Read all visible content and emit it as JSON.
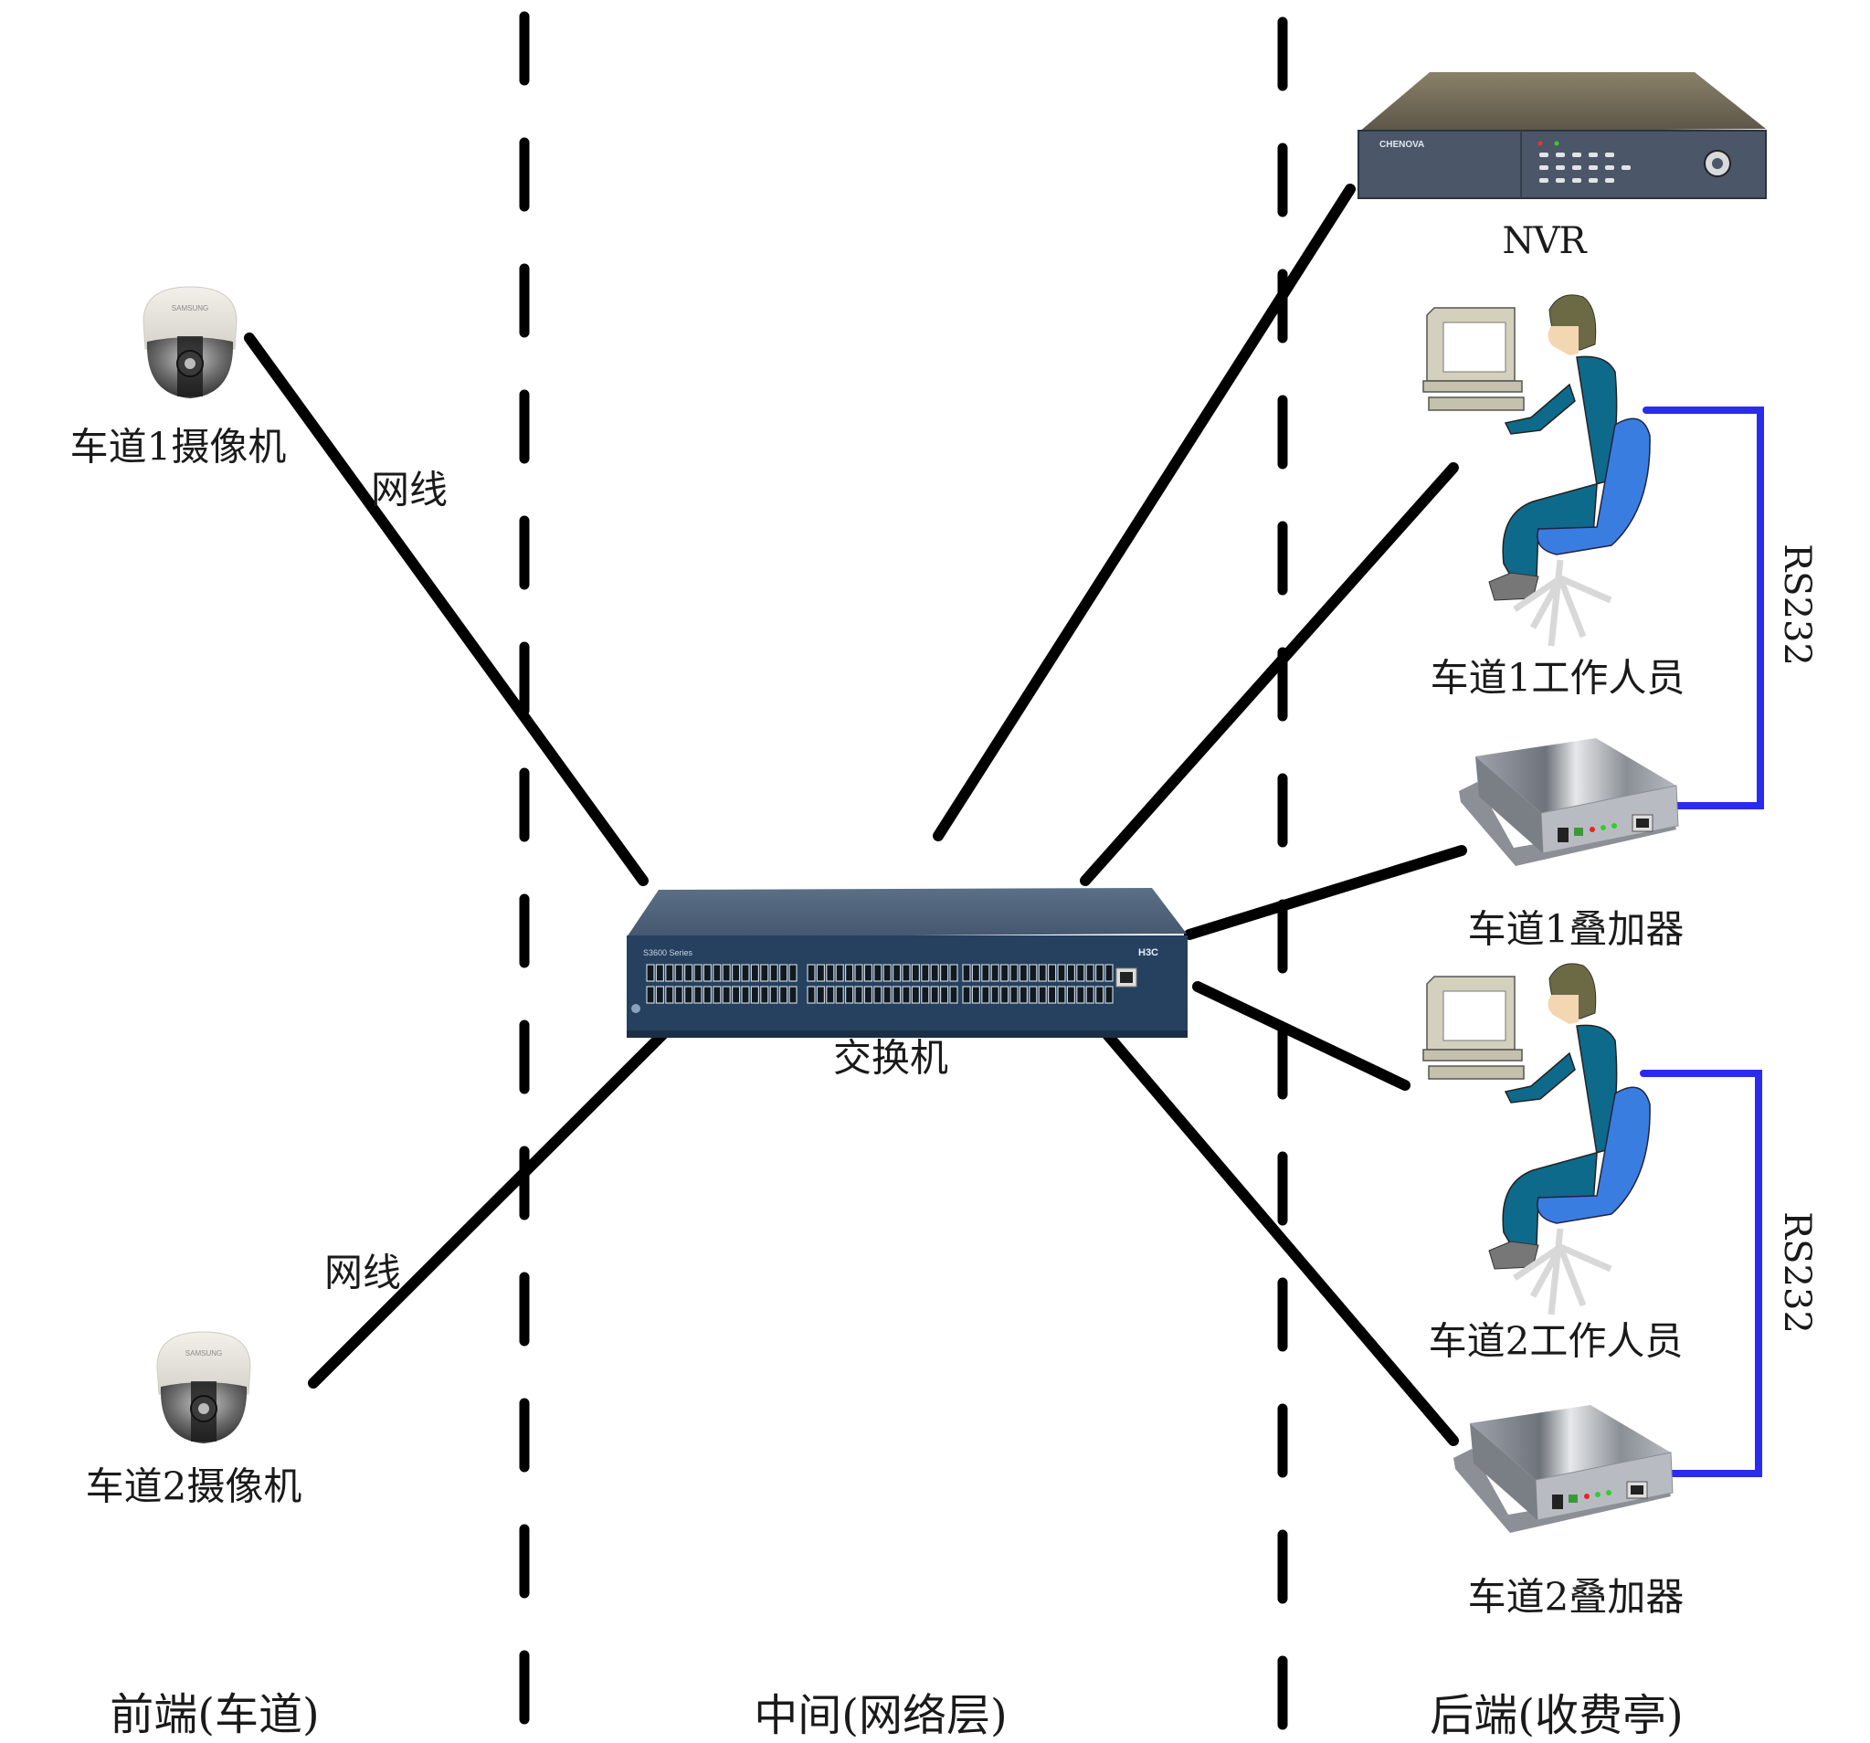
{
  "zones": [
    {
      "id": "front",
      "label": "前端(车道)"
    },
    {
      "id": "middle",
      "label": "中间(网络层)"
    },
    {
      "id": "back",
      "label": "后端(收费亭)"
    }
  ],
  "devices": {
    "camera1": {
      "label": "车道1摄像机",
      "brand": "SAMSUNG"
    },
    "camera2": {
      "label": "车道2摄像机",
      "brand": "SAMSUNG"
    },
    "switch": {
      "label": "交换机",
      "brand": "H3C"
    },
    "nvr": {
      "label": "NVR",
      "brand": "CHENOVA"
    },
    "worker1": {
      "label": "车道1工作人员"
    },
    "worker2": {
      "label": "车道2工作人员"
    },
    "overlay1": {
      "label": "车道1叠加器"
    },
    "overlay2": {
      "label": "车道2叠加器"
    }
  },
  "links": {
    "cable1_label": "网线",
    "cable2_label": "网线",
    "serial1_label": "RS232",
    "serial2_label": "RS232"
  },
  "colors": {
    "cable": "#000000",
    "serial": "#2b2bf0",
    "divider": "#000000",
    "switch_body": "#2e4a6b",
    "nvr_body": "#3f4c5e",
    "worker_suit": "#0e6a8a",
    "chair": "#3a7de0"
  }
}
